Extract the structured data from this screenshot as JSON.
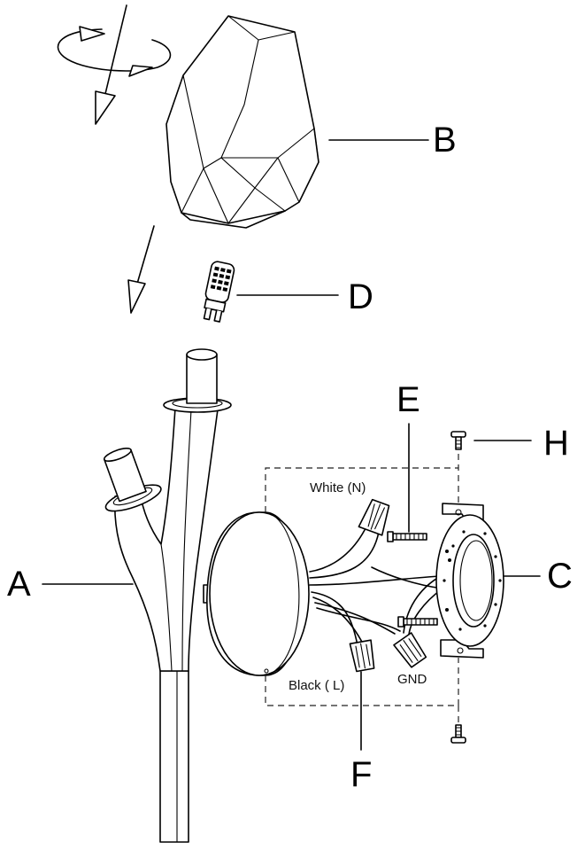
{
  "labels": {
    "a": "A",
    "b": "B",
    "c": "C",
    "d": "D",
    "e": "E",
    "f": "F",
    "h": "H"
  },
  "wires": {
    "white": "White (N)",
    "black": "Black ( L)",
    "ground": "GND"
  },
  "colors": {
    "line": "#000000",
    "background": "#ffffff"
  }
}
